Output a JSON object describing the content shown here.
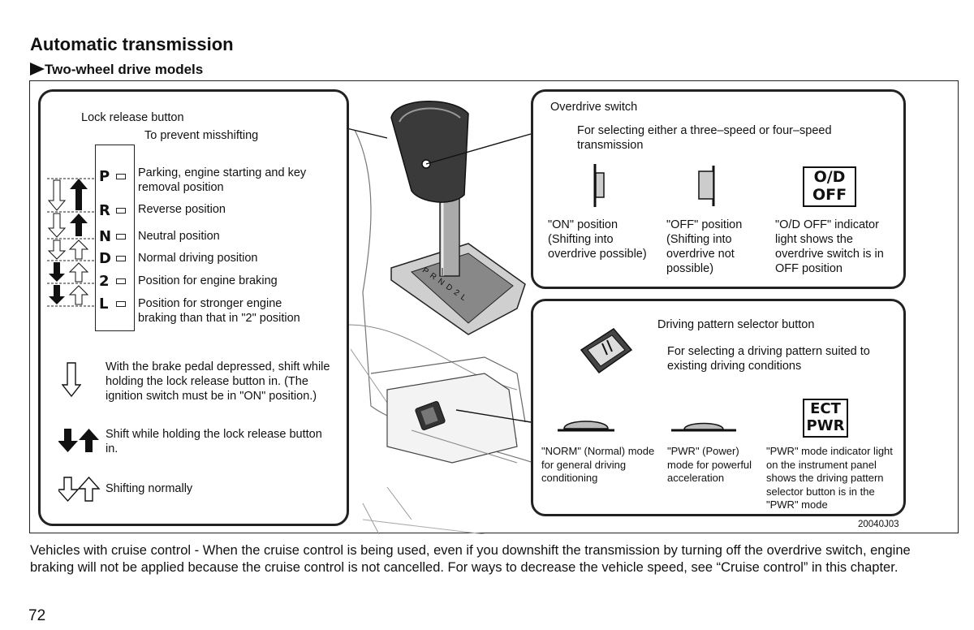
{
  "title": "Automatic transmission",
  "subtitle": "Two-wheel  drive models",
  "left": {
    "lock_label": "Lock release button",
    "lock_desc": "To prevent misshifting",
    "gears": [
      {
        "letter": "P",
        "desc": "Parking, engine starting and key removal position"
      },
      {
        "letter": "R",
        "desc": "Reverse position"
      },
      {
        "letter": "N",
        "desc": "Neutral position"
      },
      {
        "letter": "D",
        "desc": "Normal driving position"
      },
      {
        "letter": "2",
        "desc": "Position for engine braking"
      },
      {
        "letter": "L",
        "desc": "Position for stronger engine braking than that in \"2\" position"
      }
    ],
    "legend1": "With the brake pedal depressed, shift while holding the lock release button in. (The ignition switch must be in \"ON\" position.)",
    "legend2": "Shift while holding the lock release button in.",
    "legend3": "Shifting normally"
  },
  "overdrive": {
    "title": "Overdrive switch",
    "desc": "For selecting either a three–speed or four–speed transmission",
    "on": "\"ON\" position (Shifting into overdrive possible)",
    "off": "\"OFF\" position (Shifting into overdrive not possible)",
    "indicator": "\"O/D OFF\" indicator light shows the overdrive switch is in OFF position",
    "light_line1": "O/D",
    "light_line2": "OFF"
  },
  "pattern": {
    "title": "Driving pattern selector button",
    "desc": "For selecting a driving pattern suited to existing driving conditions",
    "norm": "\"NORM\" (Normal) mode for general driving conditioning",
    "pwr": "\"PWR\" (Power) mode for powerful acceleration",
    "indicator": "\"PWR\" mode indicator light on the instrument panel shows the driving pattern selector button is in the \"PWR\" mode",
    "light_line1": "ECT",
    "light_line2": "PWR"
  },
  "shift_letters": "P R N D 2 L",
  "figure_code": "20040J03",
  "footer": "Vehicles with cruise control - When the cruise control is being used, even if you downshift the transmission by turning off the overdrive switch, engine braking will not be applied because the cruise control is not cancelled. For ways to decrease the vehicle speed, see “Cruise control” in this chapter.",
  "page_number": "72"
}
